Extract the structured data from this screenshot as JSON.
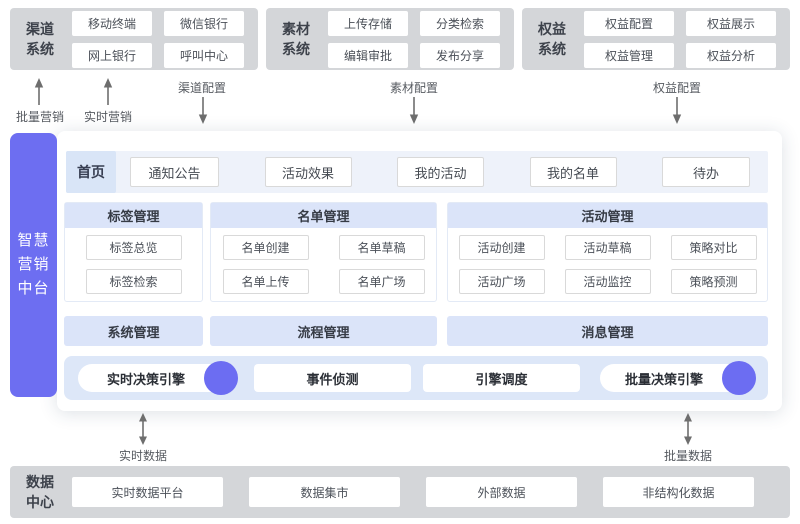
{
  "systems": [
    {
      "name": "渠道系统",
      "items": [
        "移动终端",
        "微信银行",
        "网上银行",
        "呼叫中心"
      ]
    },
    {
      "name": "素材系统",
      "items": [
        "上传存储",
        "分类检索",
        "编辑审批",
        "发布分享"
      ]
    },
    {
      "name": "权益系统",
      "items": [
        "权益配置",
        "权益展示",
        "权益管理",
        "权益分析"
      ]
    }
  ],
  "top_arrows": {
    "up": [
      {
        "label": "批量营销"
      },
      {
        "label": "实时营销"
      }
    ],
    "down": [
      {
        "label": "渠道配置"
      },
      {
        "label": "素材配置"
      },
      {
        "label": "权益配置"
      }
    ]
  },
  "platform": {
    "title": "智慧营销中台",
    "nav": {
      "active": "首页",
      "items": [
        "通知公告",
        "活动效果",
        "我的活动",
        "我的名单",
        "待办"
      ]
    },
    "sections": [
      {
        "title": "标签管理",
        "items": [
          "标签总览",
          "标签检索"
        ]
      },
      {
        "title": "名单管理",
        "items": [
          "名单创建",
          "名单草稿",
          "名单上传",
          "名单广场"
        ]
      },
      {
        "title": "活动管理",
        "items": [
          "活动创建",
          "活动草稿",
          "策略对比",
          "活动广场",
          "活动监控",
          "策略预测"
        ]
      }
    ],
    "bars": [
      "系统管理",
      "流程管理",
      "消息管理"
    ],
    "engines": [
      {
        "label": "实时决策引擎",
        "dot": true
      },
      {
        "label": "事件侦测",
        "dot": false
      },
      {
        "label": "引擎调度",
        "dot": false
      },
      {
        "label": "批量决策引擎",
        "dot": true
      }
    ]
  },
  "bottom_arrows": [
    {
      "label": "实时数据"
    },
    {
      "label": "批量数据"
    }
  ],
  "data_center": {
    "name": "数据中心",
    "items": [
      "实时数据平台",
      "数据集市",
      "外部数据",
      "非结构化数据"
    ]
  },
  "colors": {
    "accent_purple": "#6d6ef1",
    "header_blue": "#dbe4f9",
    "strip_blue": "#eef2fa",
    "home_blue": "#d9e5f7",
    "gray_box": "#d4d6d9"
  }
}
